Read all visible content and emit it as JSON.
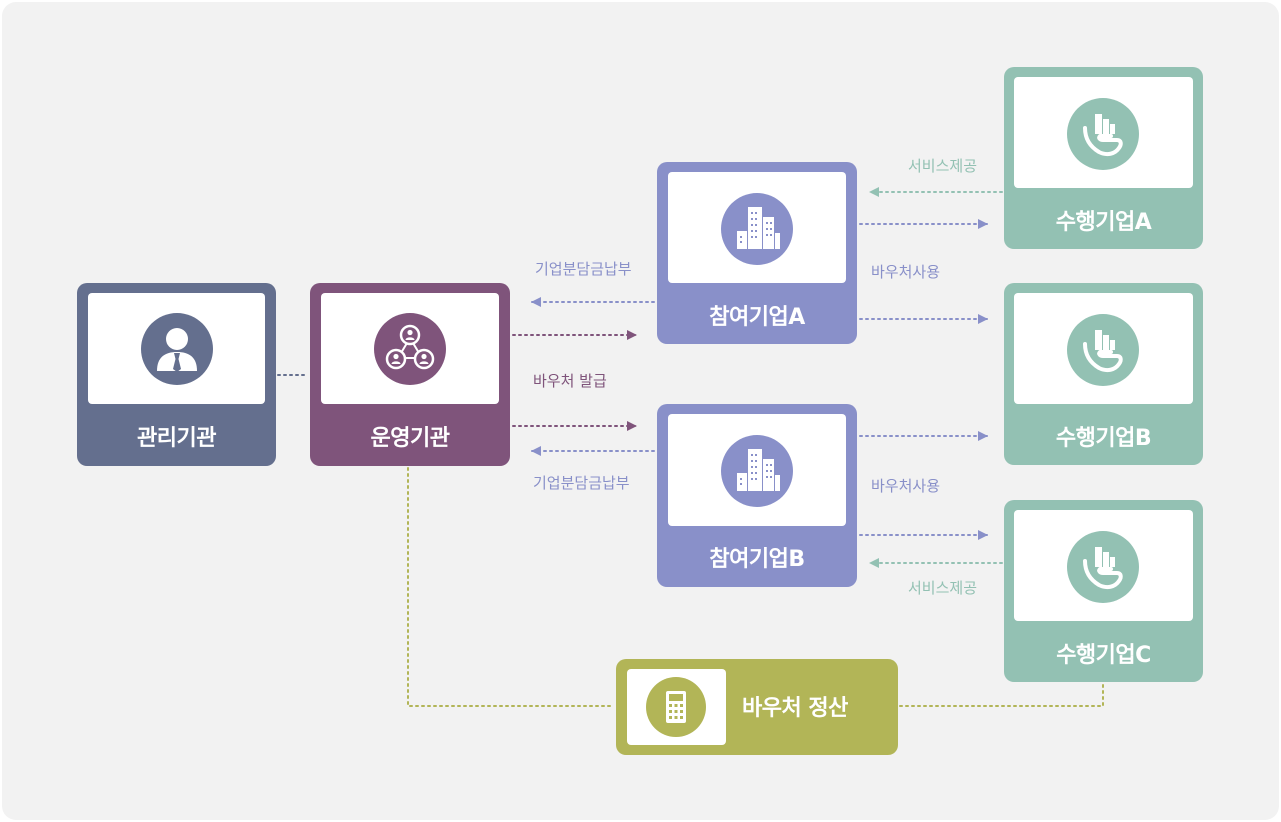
{
  "colors": {
    "admin": "#646f8e",
    "operator": "#7f547b",
    "participant": "#8990c9",
    "provider": "#93c1b3",
    "settlement": "#b2b557",
    "operator_edge": "#7f547b",
    "settle_edge": "#b2b557"
  },
  "nodes": {
    "admin": {
      "label": "관리기관",
      "icon": "person-icon"
    },
    "operator": {
      "label": "운영기관",
      "icon": "network-icon"
    },
    "participant_a": {
      "label": "참여기업A",
      "icon": "building-icon"
    },
    "participant_b": {
      "label": "참여기업B",
      "icon": "building-icon"
    },
    "provider_a": {
      "label": "수행기업A",
      "icon": "hand-building-icon"
    },
    "provider_b": {
      "label": "수행기업B",
      "icon": "hand-building-icon"
    },
    "provider_c": {
      "label": "수행기업C",
      "icon": "hand-building-icon"
    },
    "settlement": {
      "label": "바우처 정산",
      "icon": "calculator-icon"
    }
  },
  "edge_labels": {
    "payment_a": "기업분담금납부",
    "payment_b": "기업분담금납부",
    "voucher_issue": "바우처 발급",
    "voucher_use_a": "바우처사용",
    "voucher_use_b": "바우처사용",
    "service_a": "서비스제공",
    "service_c": "서비스제공"
  }
}
